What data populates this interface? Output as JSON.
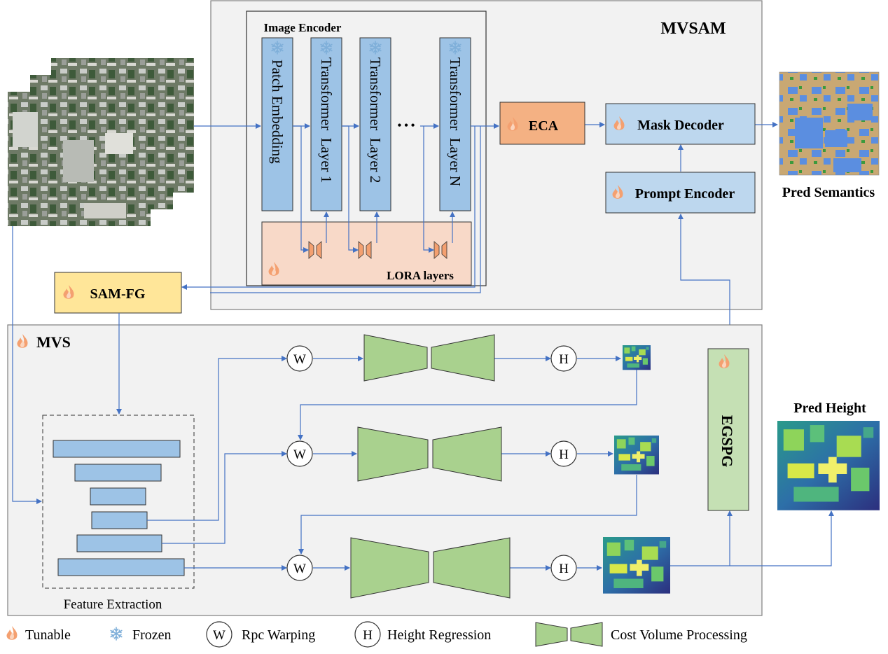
{
  "mvsam": {
    "title": "MVSAM",
    "image_encoder": {
      "title": "Image Encoder",
      "patch_embedding": "Patch Embedding",
      "layers": [
        "Transformer  Layer 1",
        "Transformer  Layer 2",
        "Transformer  Layer N"
      ],
      "ellipsis": "• • •",
      "lora_label": "LORA layers"
    },
    "eca": "ECA",
    "mask_decoder": "Mask Decoder",
    "prompt_encoder": "Prompt Encoder",
    "pred_semantics": "Pred Semantics"
  },
  "sam_fg": "SAM-FG",
  "mvs": {
    "title": "MVS",
    "feature_extraction": "Feature Extraction",
    "warp_symbol": "W",
    "height_symbol": "H",
    "egspg": "EGSPG",
    "pred_height": "Pred Height"
  },
  "legend": {
    "tunable": "Tunable",
    "frozen": "Frozen",
    "rpc_symbol": "W",
    "rpc": "Rpc Warping",
    "height_symbol": "H",
    "height": "Height Regression",
    "cost": "Cost Volume Processing"
  },
  "colors": {
    "arrow": "#4472C4",
    "block_blue": "#9DC3E6",
    "block_blue_light": "#BDD7EE",
    "lora_bg": "#F8D9C8",
    "eca": "#F4B183",
    "sam_fg": "#FFE699",
    "cost_green": "#A9D18E",
    "egspg": "#C5E0B4",
    "panel_bg": "#F2F2F2",
    "flame": "#F4A070"
  }
}
